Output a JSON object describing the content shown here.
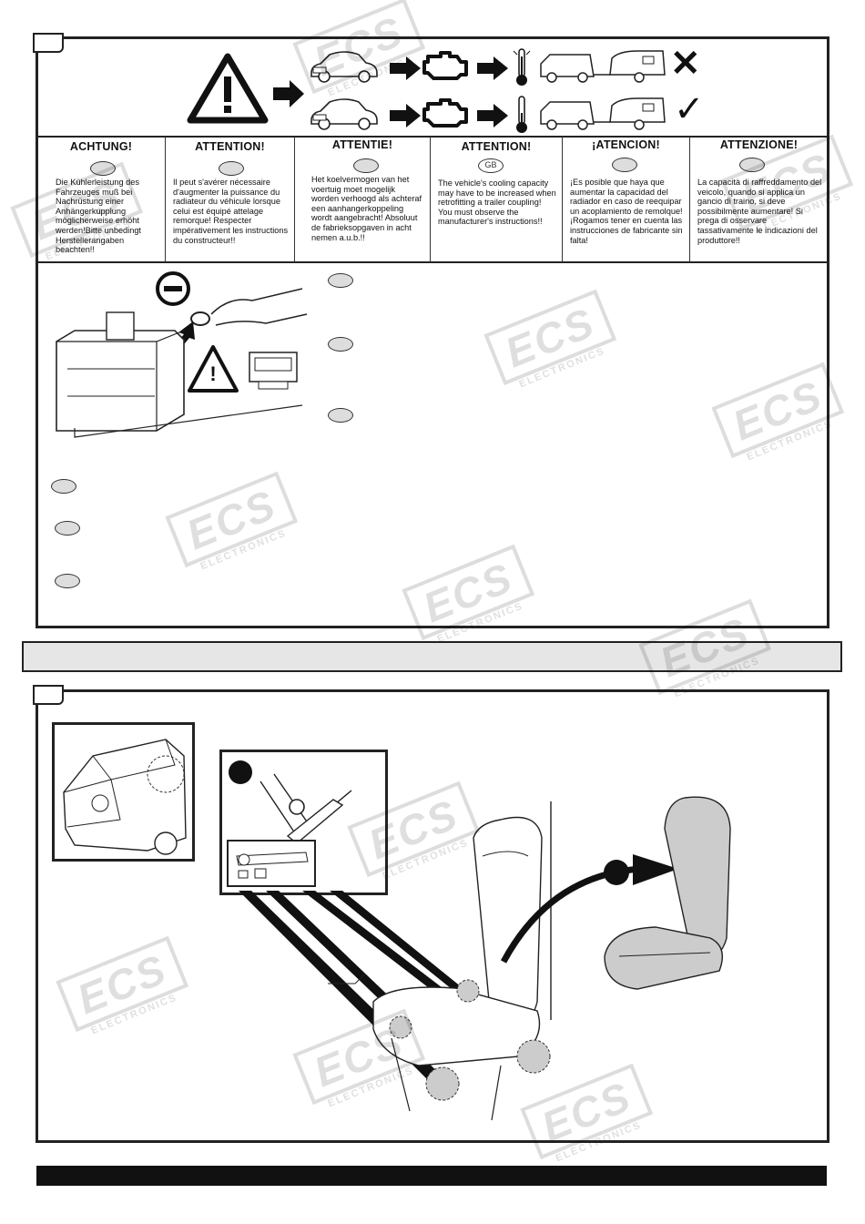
{
  "warnings": [
    {
      "heading": "ACHTUNG!",
      "badge": "",
      "text": "Die Kühlerleistung des Fahrzeuges muß bei Nachrüstung einer Anhängerkupplung möglicherweise erhöht werden!Bitte unbedingt Herstellerangaben beachten!!"
    },
    {
      "heading": "ATTENTION!",
      "badge": "",
      "text": "Il peut s'avérer nécessaire d'augmenter la puissance du radiateur du véhicule lorsque celui est équipé attelage remorque! Respecter impérativement les instructions du constructeur!!"
    },
    {
      "heading": "ATTENTIE!",
      "badge": "",
      "text": "Het koelvermogen van het voertuig moet mogelijk worden verhoogd als achteraf een aanhangerkoppeling wordt aangebracht! Absoluut de fabrieksopgaven in acht nemen a.u.b.!!"
    },
    {
      "heading": "ATTENTION!",
      "badge": "GB",
      "text": "The vehicle's cooling capacity may have to be increased when retrofitting a trailer coupling! You must observe the manufacturer's instructions!!"
    },
    {
      "heading": "¡ATENCION!",
      "badge": "",
      "text": "¡Es posible que haya que aumentar la capacidad del radiador en caso de reequipar un acoplamiento de remolque! ¡Rogamos tener en cuenta las instrucciones de fabricante sin falta!"
    },
    {
      "heading": "ATTENZIONE!",
      "badge": "",
      "text": "La capacità di raffreddamento del veicolo, quando si applica un gancio di traino, si deve possibilmente aumentare! Si prega di osservare tassativamente le indicazioni del produttore!!"
    }
  ],
  "icons": {
    "bad_mark": "✕",
    "good_mark": "✓",
    "warning_mark": "!"
  },
  "watermark": {
    "brand": "ECS",
    "sub": "ELECTRONICS"
  }
}
